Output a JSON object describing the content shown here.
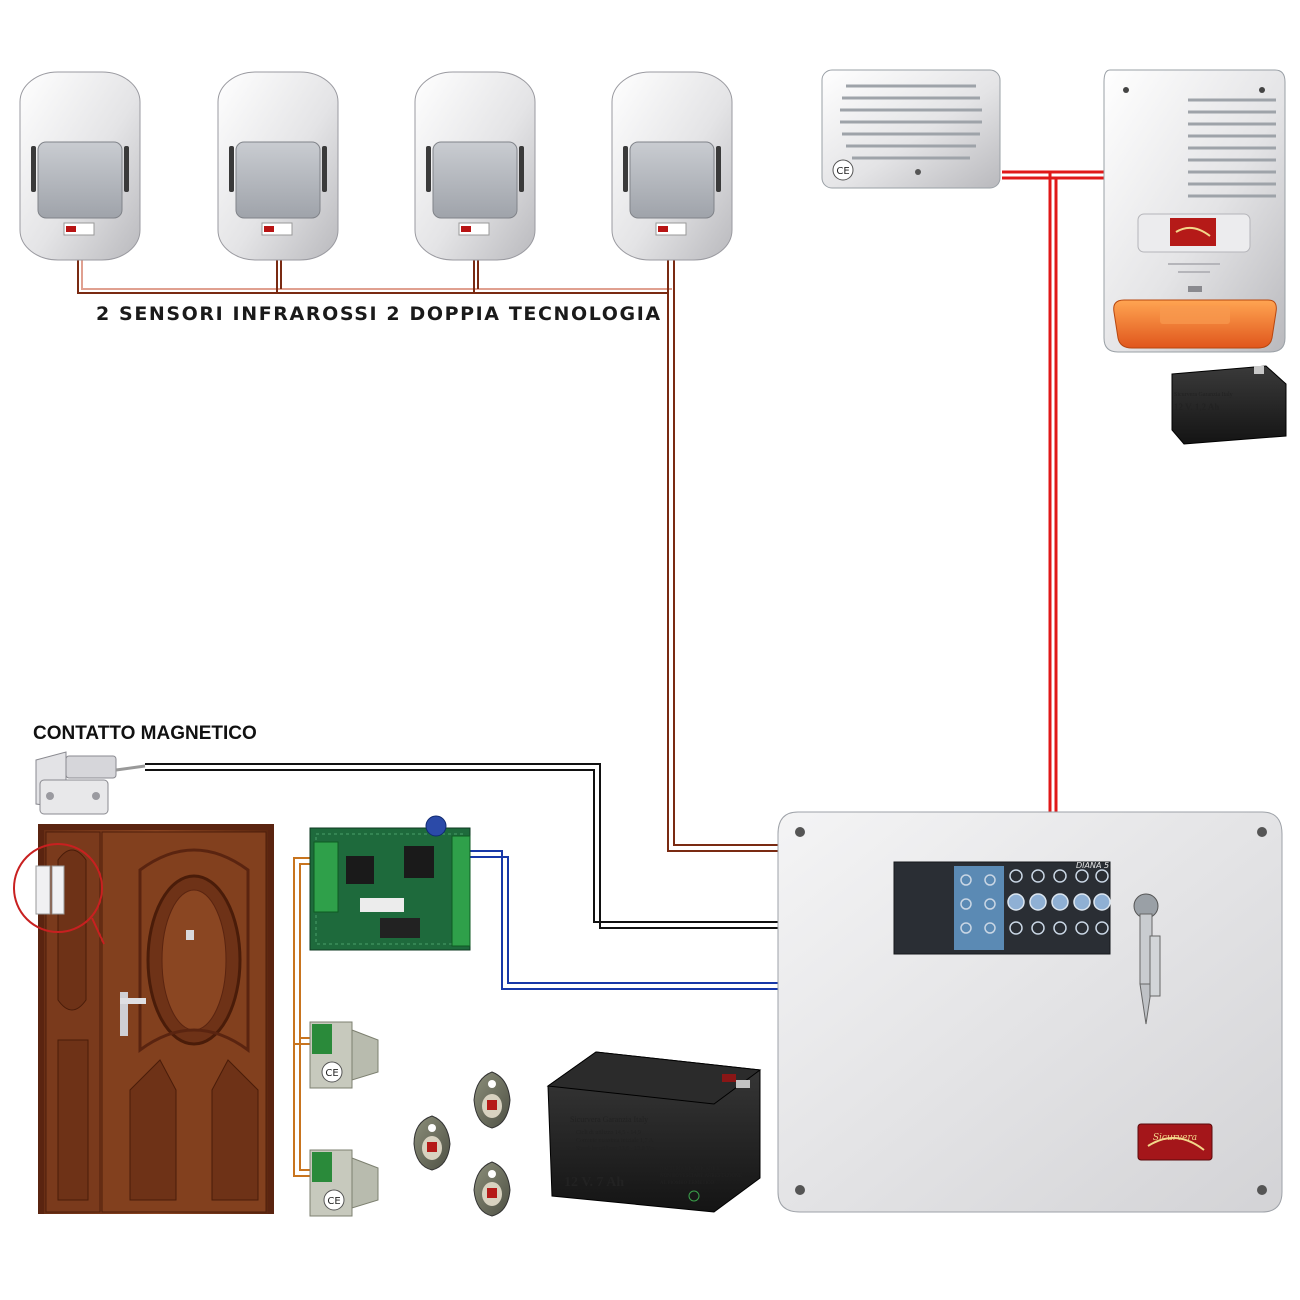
{
  "labels": {
    "sensors": "2 SENSORI INFRAROSSI 2 DOPPIA TECNOLOGIA",
    "magnetic_contact": "CONTATTO MAGNETICO"
  },
  "battery_main": {
    "brand": "Sicurvera  Garanzia Italy",
    "line1": "Cicli di utilizzo 14,5 - 14,9",
    "line2": "Corrente massima iniziale 1,7 A",
    "line3": "Stand-by utilizzo 13,6 - 13,8 Vcc",
    "rating": "12 V. 7 Ah",
    "warn1": "BATTERIA RICARICABILE",
    "warn2": "NON ROVESCIARE ARRESTAZIONE",
    "warn3": "AL PIOMBO ERMETICO"
  },
  "battery_small": {
    "brand": "Sicurvera  Garanzia Italy",
    "rating": "12 V. 1,2 Ah"
  },
  "panel": {
    "model": "DIANA 5",
    "brand": "Sicurvera"
  },
  "marks": {
    "ce": "CE"
  },
  "colors": {
    "wire_red": "#e01818",
    "wire_brown": "#7a2a12",
    "wire_black": "#111111",
    "wire_blue": "#1838a8",
    "wire_orange": "#c8741e",
    "door": "#7a3a1c",
    "panel_body": "#e9e9ea",
    "siren_lens": "#f07a2a"
  }
}
